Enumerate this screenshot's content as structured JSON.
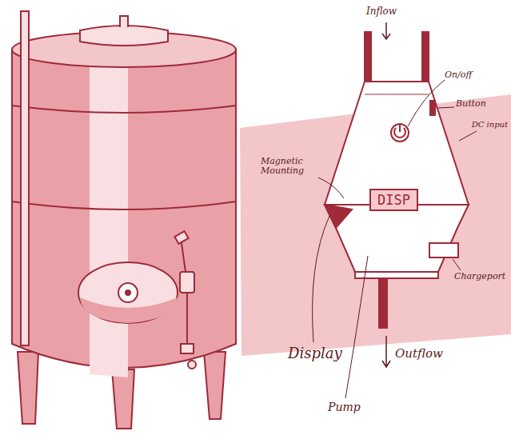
{
  "diagram": {
    "nodes": [
      {
        "text": [
          "DISP"
        ]
      }
    ],
    "labels": [
      "Inflow",
      "On/off",
      "Button",
      "DC input",
      "Magnetic Mounting",
      "Chargeport",
      "Display",
      "Pump",
      "Outflow"
    ]
  }
}
